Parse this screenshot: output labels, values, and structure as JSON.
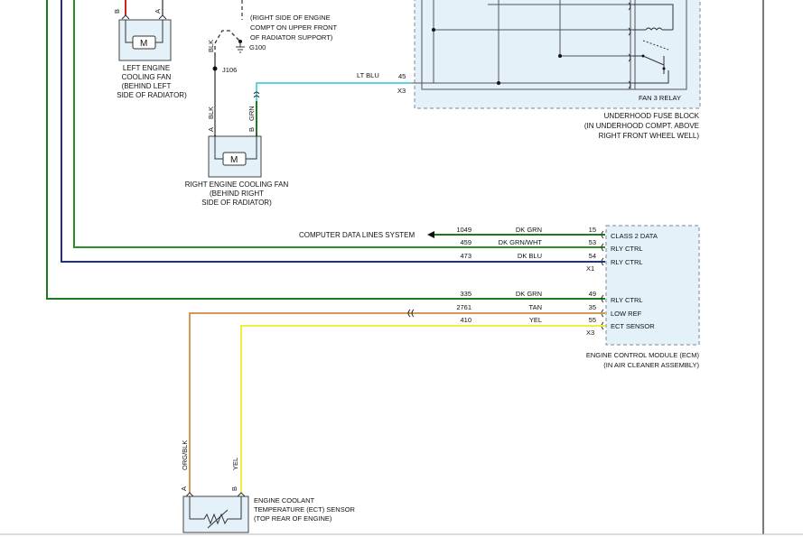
{
  "colors": {
    "dk_grn": "#1e7a1e",
    "dk_grn_wht": "#2e8b2e",
    "dk_blu": "#1f2f8f",
    "lt_blu": "#5fd3e6",
    "tan": "#c8a97a",
    "yel": "#f2ee3a",
    "org_blk": "#d4975a",
    "red": "#d62020",
    "blk": "#444444",
    "box_fill": "#e4f1f8"
  },
  "left_fan": {
    "pin_b": "B",
    "pin_a": "A",
    "motor": "M",
    "label": [
      "LEFT ENGINE",
      "COOLING FAN",
      "(BEHIND LEFT",
      "SIDE OF RADIATOR)"
    ]
  },
  "ground": {
    "wire_color": "BLK",
    "label": [
      "(RIGHT SIDE OF ENGINE",
      "COMPT ON UPPER FRONT",
      "OF RADIATOR SUPPORT)"
    ],
    "id": "G100",
    "splice": "J106"
  },
  "right_fan": {
    "pin_a": "A",
    "pin_a_color": "BLK",
    "pin_b": "B",
    "pin_b_color": "GRN",
    "motor": "M",
    "label": [
      "RIGHT ENGINE COOLING FAN",
      "(BEHIND RIGHT",
      "SIDE OF RADIATOR)"
    ]
  },
  "fuse_block": {
    "lt_blu_wire": "LT BLU",
    "pin": "45",
    "connector": "X3",
    "relay": "FAN 3 RELAY",
    "label": [
      "UNDERHOOD FUSE BLOCK",
      "(IN UNDERHOOD COMPT. ABOVE",
      "RIGHT FRONT WHEEL WELL)"
    ]
  },
  "data_lines": "COMPUTER DATA LINES SYSTEM",
  "ecm": {
    "circuits": [
      {
        "circuit": "1049",
        "color": "DK GRN",
        "pin": "15",
        "func": "CLASS 2 DATA"
      },
      {
        "circuit": "459",
        "color": "DK GRN/WHT",
        "pin": "53",
        "func": "RLY CTRL"
      },
      {
        "circuit": "473",
        "color": "DK BLU",
        "pin": "54",
        "func": "RLY CTRL"
      },
      {
        "circuit": "335",
        "color": "DK GRN",
        "pin": "49",
        "func": "RLY CTRL"
      },
      {
        "circuit": "2761",
        "color": "TAN",
        "pin": "35",
        "func": "LOW REF"
      },
      {
        "circuit": "410",
        "color": "YEL",
        "pin": "55",
        "func": "ECT SENSOR"
      }
    ],
    "conn_x1": "X1",
    "conn_x3": "X3",
    "label": [
      "ENGINE CONTROL MODULE (ECM)",
      "(IN AIR CLEANER ASSEMBLY)"
    ]
  },
  "ect": {
    "pin_a": "A",
    "pin_a_color": "ORG/BLK",
    "pin_b": "B",
    "pin_b_color": "YEL",
    "label": [
      "ENGINE COOLANT",
      "TEMPERATURE (ECT) SENSOR",
      "(TOP REAR OF ENGINE)"
    ]
  }
}
